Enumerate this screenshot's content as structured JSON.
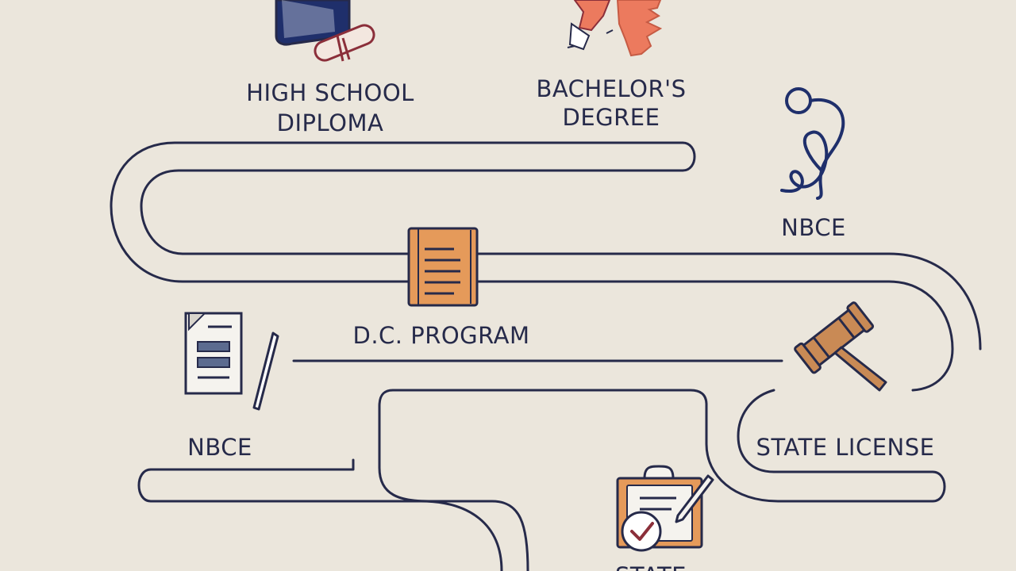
{
  "steps": {
    "high_school": {
      "line1": "HIGH SCHOOL",
      "line2": "DIPLOMA"
    },
    "bachelors": {
      "line1": "BACHELOR'S",
      "line2": "DEGREE"
    },
    "nbce_top": {
      "label": "NBCE"
    },
    "dc_program": {
      "label": "D.C. PROGRAM"
    },
    "nbce_left": {
      "label": "NBCE"
    },
    "state_license": {
      "label": "STATE LICENSE"
    },
    "state_bottom": {
      "label": "STATE"
    }
  },
  "icons": {
    "high_school": "graduation-cap-diploma-icon",
    "bachelors": "hands-degree-icon",
    "nbce_top": "stethoscope-icon",
    "dc_program": "book-icon",
    "nbce_left": "exam-document-icon",
    "state_license": "gavel-icon",
    "state_bottom": "clipboard-check-icon"
  },
  "colors": {
    "background": "#ebe6dc",
    "path_line": "#262a4a",
    "navy": "#1f2f6b",
    "accent_orange": "#e59a5a",
    "accent_coral": "#ec7a5e",
    "accent_red": "#8b2f3a"
  }
}
